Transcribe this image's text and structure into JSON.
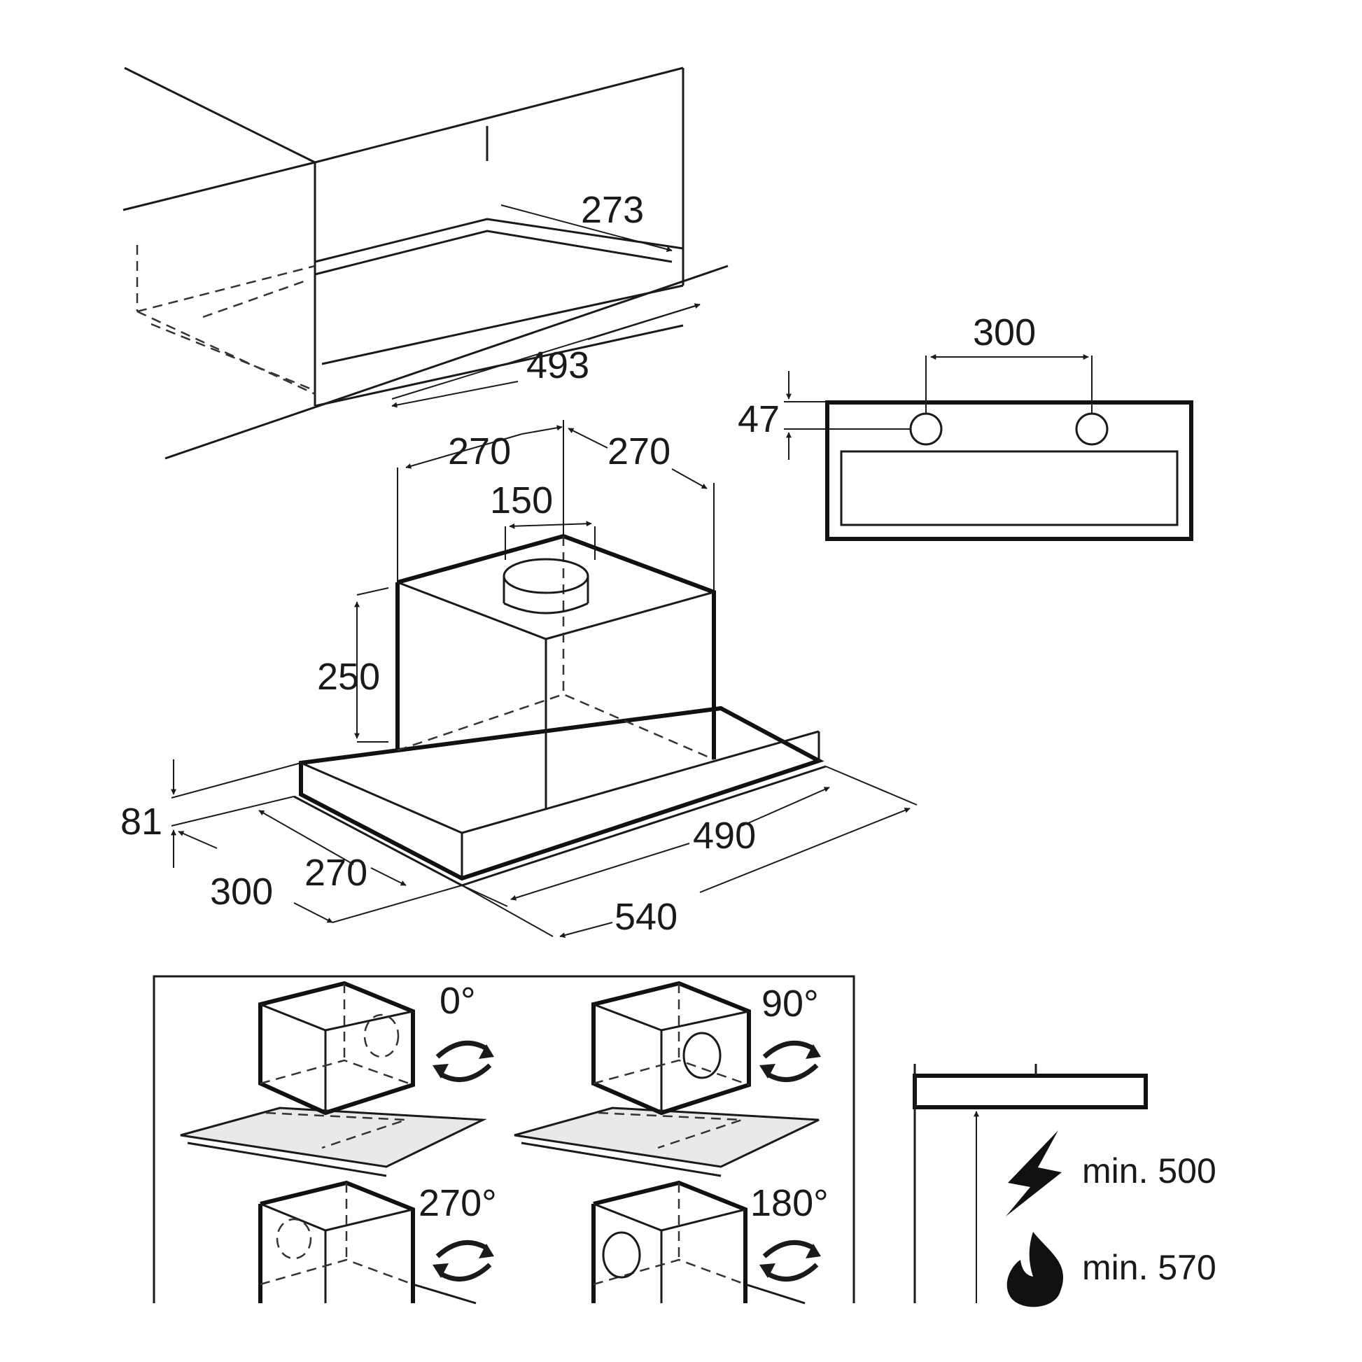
{
  "colors": {
    "line": "#1a1a1a",
    "background": "#ffffff",
    "panel": "#e9e9e9"
  },
  "cabinet": {
    "depth": "273",
    "width": "493"
  },
  "hood": {
    "chimney_left": "270",
    "chimney_right": "270",
    "outlet": "150",
    "chimney_height": "250",
    "body_height": "81",
    "body_depth": "270",
    "body_depth_outer": "300",
    "body_width": "490",
    "body_width_outer": "540"
  },
  "front_view": {
    "hole_spacing": "300",
    "hole_height": "47"
  },
  "orientations": [
    {
      "angle": "0°",
      "icon": "rotate-icon"
    },
    {
      "angle": "90°",
      "icon": "rotate-icon"
    },
    {
      "angle": "270°",
      "icon": "rotate-icon"
    },
    {
      "angle": "180°",
      "icon": "rotate-icon"
    }
  ],
  "clearance": {
    "electric": {
      "label": "min. 500",
      "icon": "lightning-icon"
    },
    "gas": {
      "label": "min. 570",
      "icon": "flame-icon"
    }
  }
}
